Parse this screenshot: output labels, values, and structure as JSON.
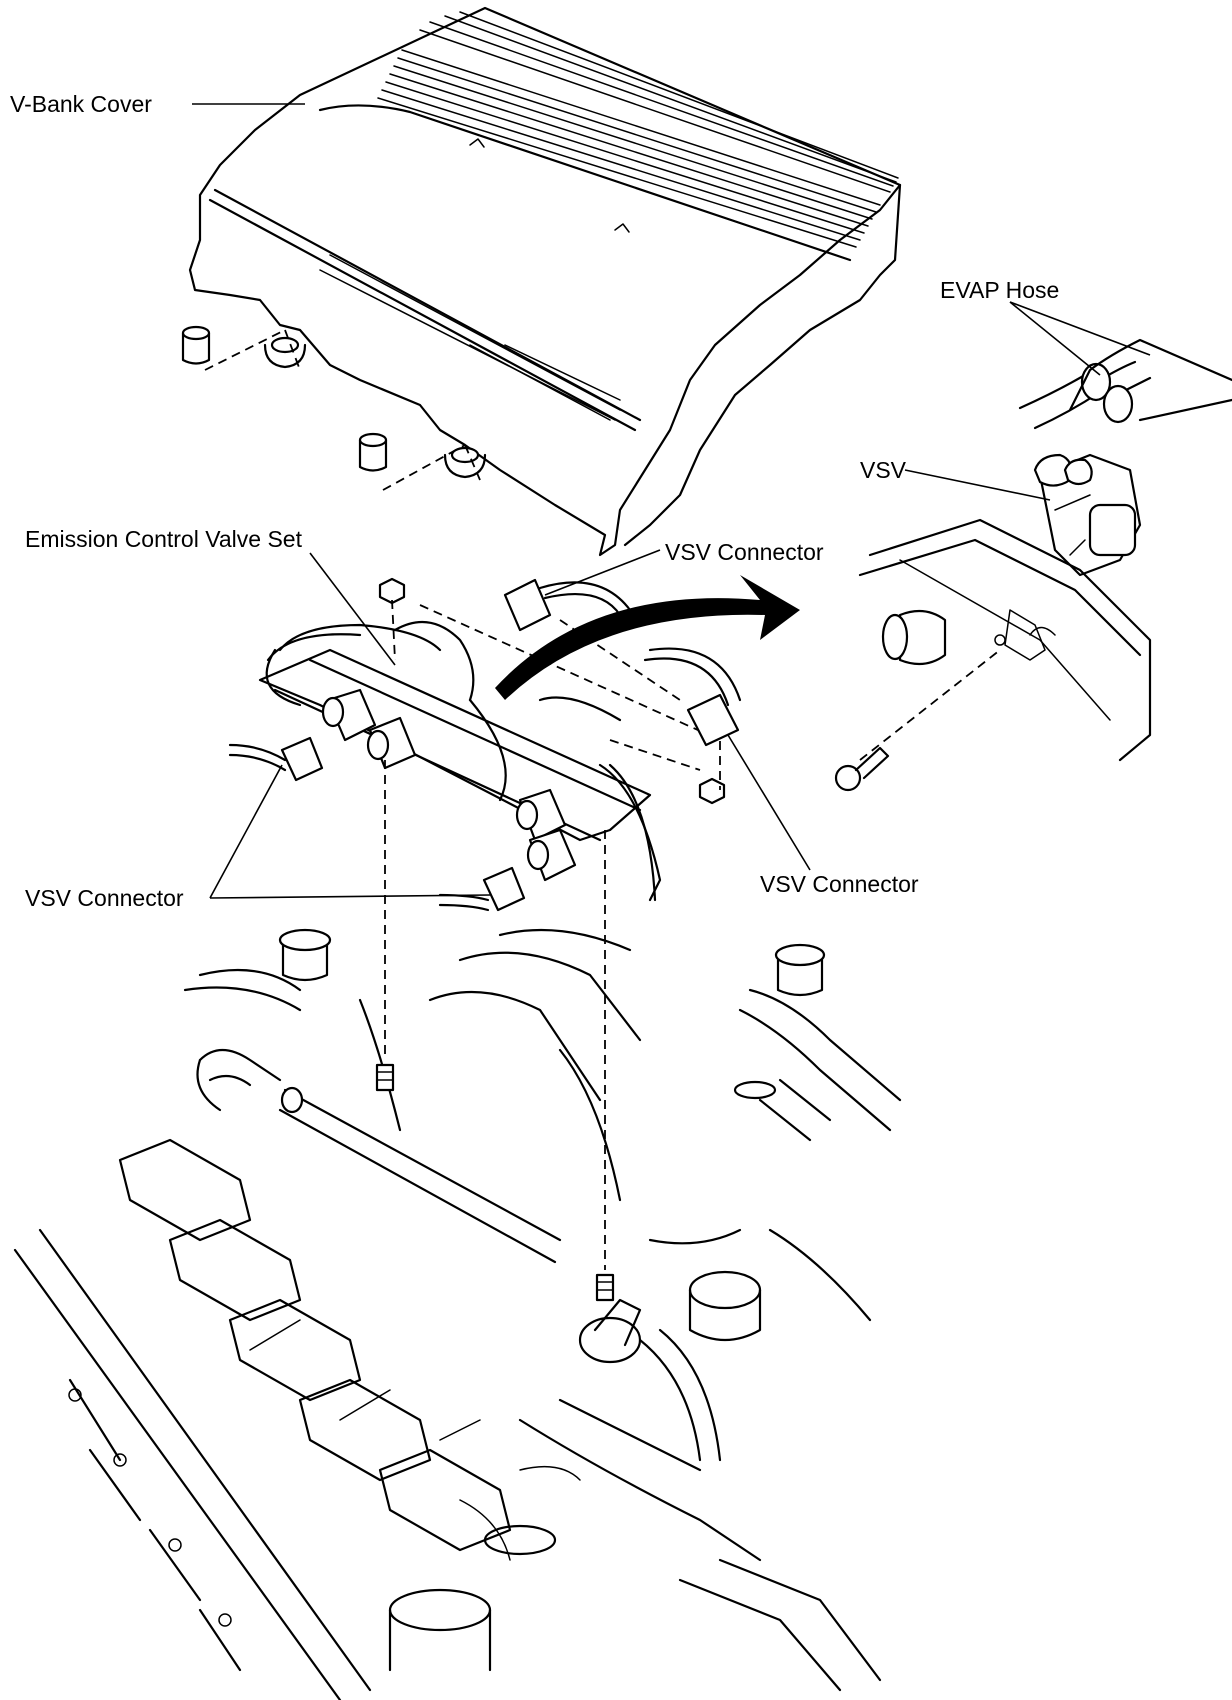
{
  "labels": {
    "v_bank_cover": "V-Bank Cover",
    "evap_hose": "EVAP Hose",
    "vsv": "VSV",
    "emission_control_valve_set": "Emission Control Valve Set",
    "vsv_connector_top": "VSV Connector",
    "vsv_connector_left": "VSV Connector",
    "vsv_connector_right": "VSV Connector"
  },
  "colors": {
    "ink": "#000000",
    "paper": "#ffffff"
  }
}
